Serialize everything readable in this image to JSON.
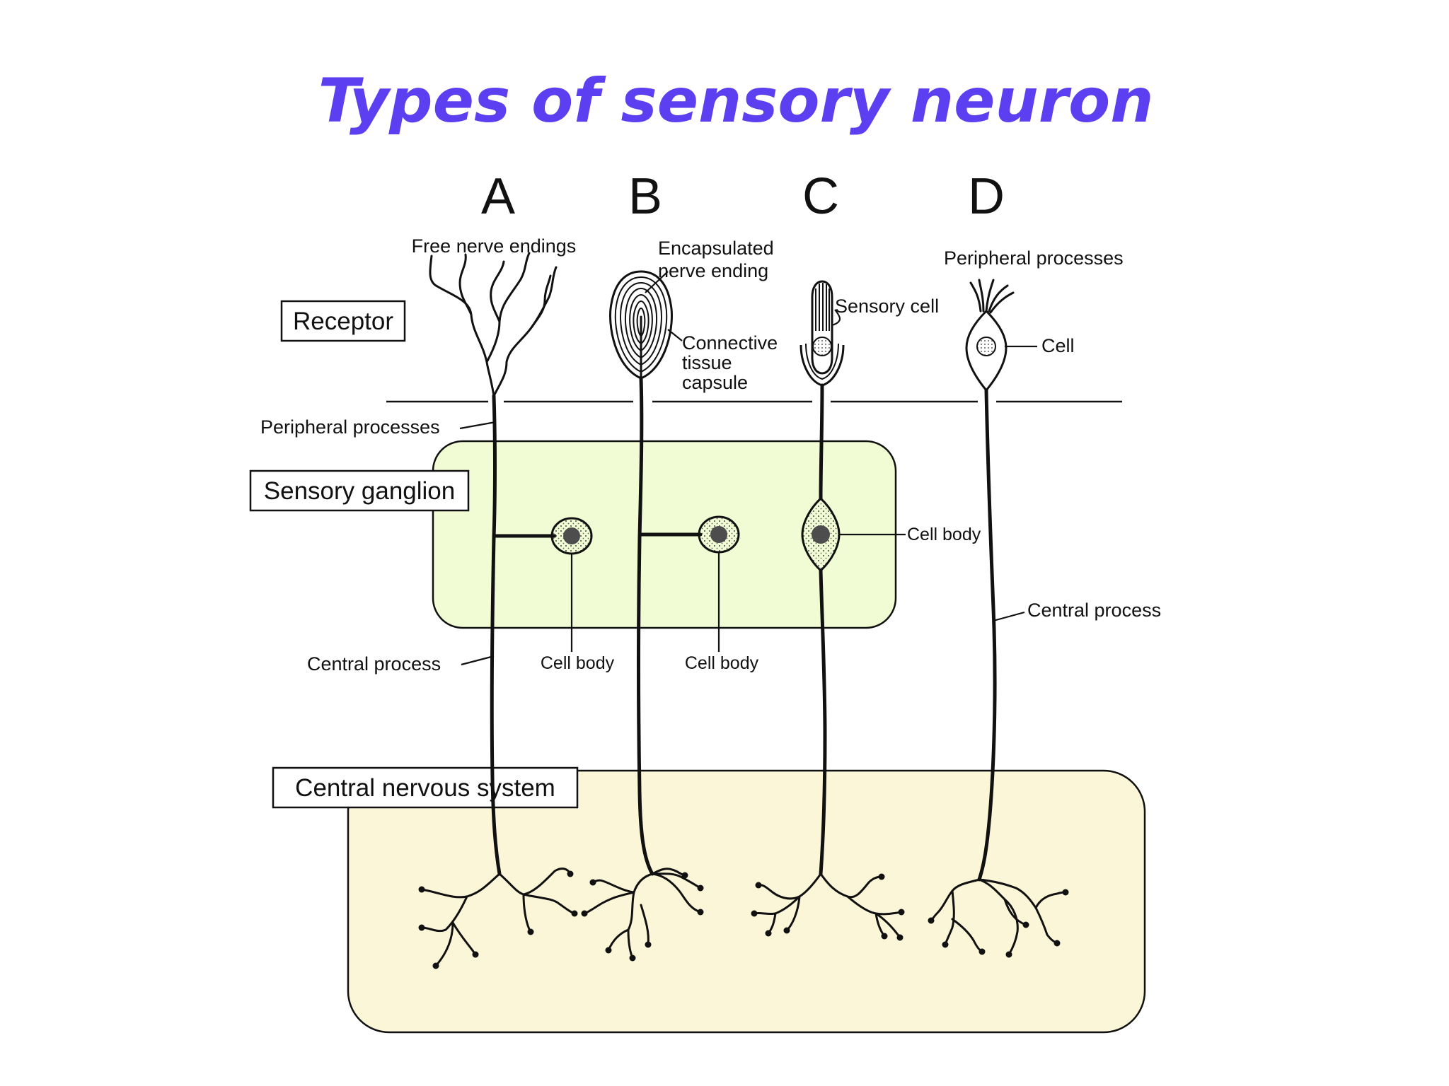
{
  "title": "Types of sensory neuron",
  "colors": {
    "title": "#5b3ff0",
    "ganglion_fill": "#f1fbd4",
    "cns_fill": "#fcf6d8",
    "outline": "#111111"
  },
  "columns": [
    "A",
    "B",
    "C",
    "D"
  ],
  "regions": {
    "receptor": "Receptor",
    "ganglion": "Sensory ganglion",
    "cns": "Central nervous system"
  },
  "labels": {
    "free_nerve_endings": "Free nerve endings",
    "encapsulated_1": "Encapsulated",
    "encapsulated_2": "nerve ending",
    "connective_1": "Connective",
    "connective_2": "tissue",
    "connective_3": "capsule",
    "sensory_cell": "Sensory cell",
    "peripheral_processes_d": "Peripheral processes",
    "cell": "Cell",
    "peripheral_processes_a": "Peripheral processes",
    "cell_body_c": "Cell body",
    "central_process_d": "Central process",
    "central_process_a": "Central process",
    "cell_body_a": "Cell body",
    "cell_body_b": "Cell body"
  }
}
